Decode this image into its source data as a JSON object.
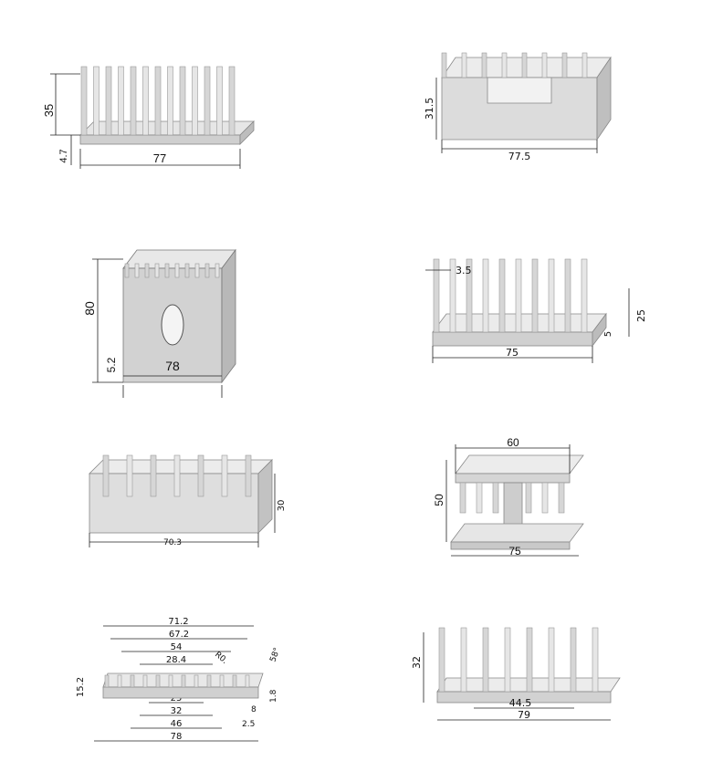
{
  "panels": [
    {
      "id": "p1",
      "labels": {
        "height": "35",
        "base": "4.7",
        "width": "77"
      }
    },
    {
      "id": "p2",
      "labels": {
        "height": "31.5",
        "width": "77.5"
      }
    },
    {
      "id": "p3",
      "labels": {
        "height": "80",
        "base": "5.2",
        "width": "78"
      }
    },
    {
      "id": "p4",
      "labels": {
        "pitch": "3.5",
        "height": "25",
        "base": "5",
        "width": "75"
      }
    },
    {
      "id": "p5",
      "labels": {
        "height": "30",
        "width": "70.3"
      }
    },
    {
      "id": "p6",
      "labels": {
        "top": "60",
        "height": "50",
        "width": "75"
      }
    },
    {
      "id": "p7",
      "labels": {
        "w1": "71.2",
        "w2": "67.2",
        "w3": "54",
        "w4": "28.4",
        "radius": "R0.",
        "angle": "58°",
        "height": "15.2",
        "w5": "25",
        "w6": "32",
        "w7": "46",
        "w8": "78",
        "t1": "2.5",
        "t2": "8",
        "t3": "1.8"
      }
    },
    {
      "id": "p8",
      "labels": {
        "height": "32",
        "inner": "44.5",
        "width": "79"
      }
    }
  ]
}
